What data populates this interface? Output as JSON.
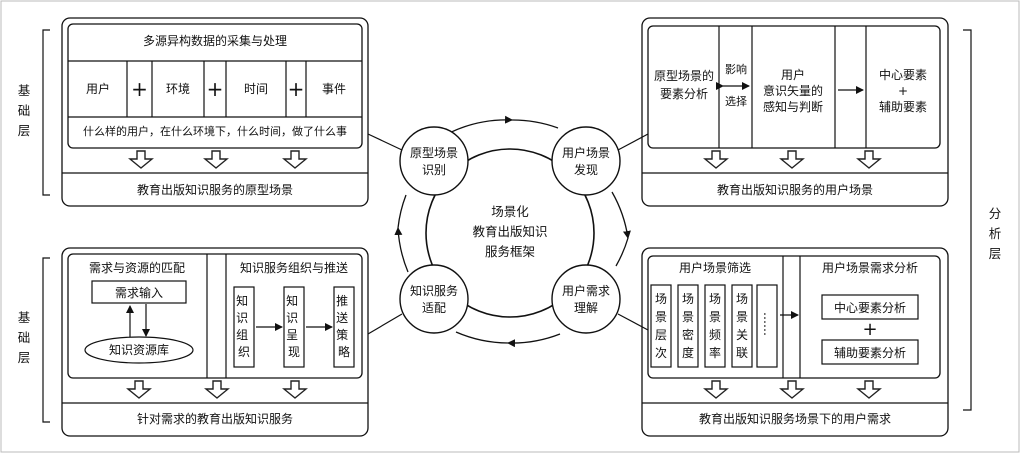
{
  "side_labels": {
    "left_top": [
      "基",
      "础",
      "层"
    ],
    "left_bottom": [
      "基",
      "础",
      "层"
    ],
    "right": [
      "分",
      "析",
      "层"
    ]
  },
  "top_left": {
    "title": "多源异构数据的采集与处理",
    "elements": [
      "用户",
      "环境",
      "时间",
      "事件"
    ],
    "plus": "+",
    "sentence": "什么样的用户，在什么环境下，什么时间，做了什么事",
    "footer": "教育出版知识服务的原型场景"
  },
  "top_right": {
    "left_box": [
      "原型场景的",
      "要素分析"
    ],
    "influence": "影响",
    "select": "选择",
    "middle_box": [
      "用户",
      "意识矢量的",
      "感知与判断"
    ],
    "right_box": [
      "中心要素",
      "+",
      "辅助要素"
    ],
    "footer": "教育出版知识服务的用户场景"
  },
  "bottom_left": {
    "left_title": "需求与资源的匹配",
    "demand_input": "需求输入",
    "resource_lib": "知识资源库",
    "right_title": "知识服务组织与推送",
    "steps": [
      "知识组织",
      "知识呈现",
      "推送策略"
    ],
    "footer": "针对需求的教育出版知识服务"
  },
  "bottom_right": {
    "left_title": "用户场景筛选",
    "columns": [
      "场景层次",
      "场景密度",
      "场景频率",
      "场景关联",
      "……"
    ],
    "right_title": "用户场景需求分析",
    "center_analysis": "中心要素分析",
    "plus": "+",
    "aux_analysis": "辅助要素分析",
    "footer": "教育出版知识服务场景下的用户需求"
  },
  "center": {
    "hub": [
      "场景化",
      "教育出版知识",
      "服务框架"
    ],
    "nodes": {
      "identify": [
        "原型场景",
        "识别"
      ],
      "discover": [
        "用户场景",
        "发现"
      ],
      "adapt": [
        "知识服务",
        "适配"
      ],
      "understand": [
        "用户需求",
        "理解"
      ]
    }
  }
}
